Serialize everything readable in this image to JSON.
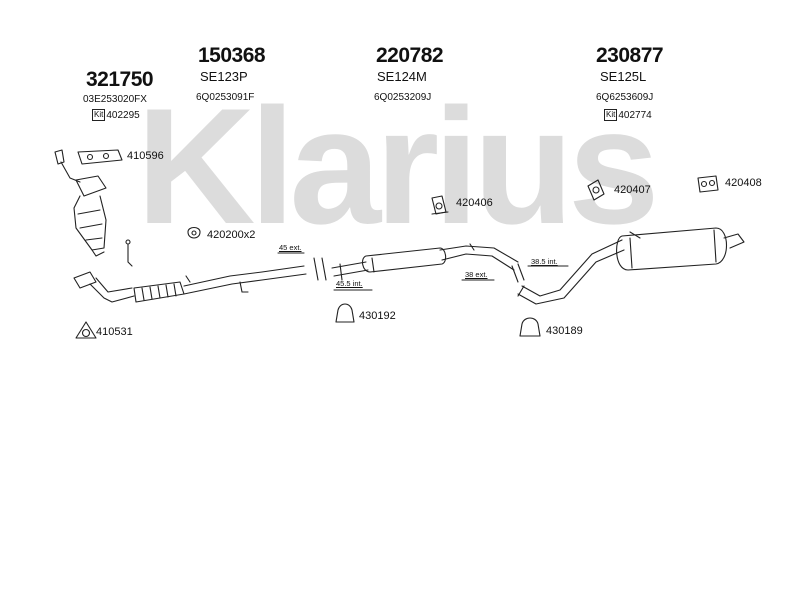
{
  "watermark": {
    "text": "Klarius"
  },
  "groups": [
    {
      "part_no": "321750",
      "oem": "03E253020FX",
      "kit_label": "Kit",
      "kit_no": "402295"
    },
    {
      "part_no": "150368",
      "code": "SE123P",
      "oem": "6Q0253091F"
    },
    {
      "part_no": "220782",
      "code": "SE124M",
      "oem": "6Q0253209J"
    },
    {
      "part_no": "230877",
      "code": "SE125L",
      "oem": "6Q6253609J",
      "kit_label": "Kit",
      "kit_no": "402774"
    }
  ],
  "parts": {
    "p410596": "410596",
    "p420200": "420200x2",
    "p420406": "420406",
    "p420407": "420407",
    "p420408": "420408",
    "p410531": "410531",
    "p430192": "430192",
    "p430189": "430189"
  },
  "dimensions": {
    "d45ext": "45 ext.",
    "d455int": "45.5 int.",
    "d38ext": "38 ext.",
    "d385int": "38.5 int."
  },
  "colors": {
    "line": "#222222",
    "watermark": "#d9d9d9"
  }
}
